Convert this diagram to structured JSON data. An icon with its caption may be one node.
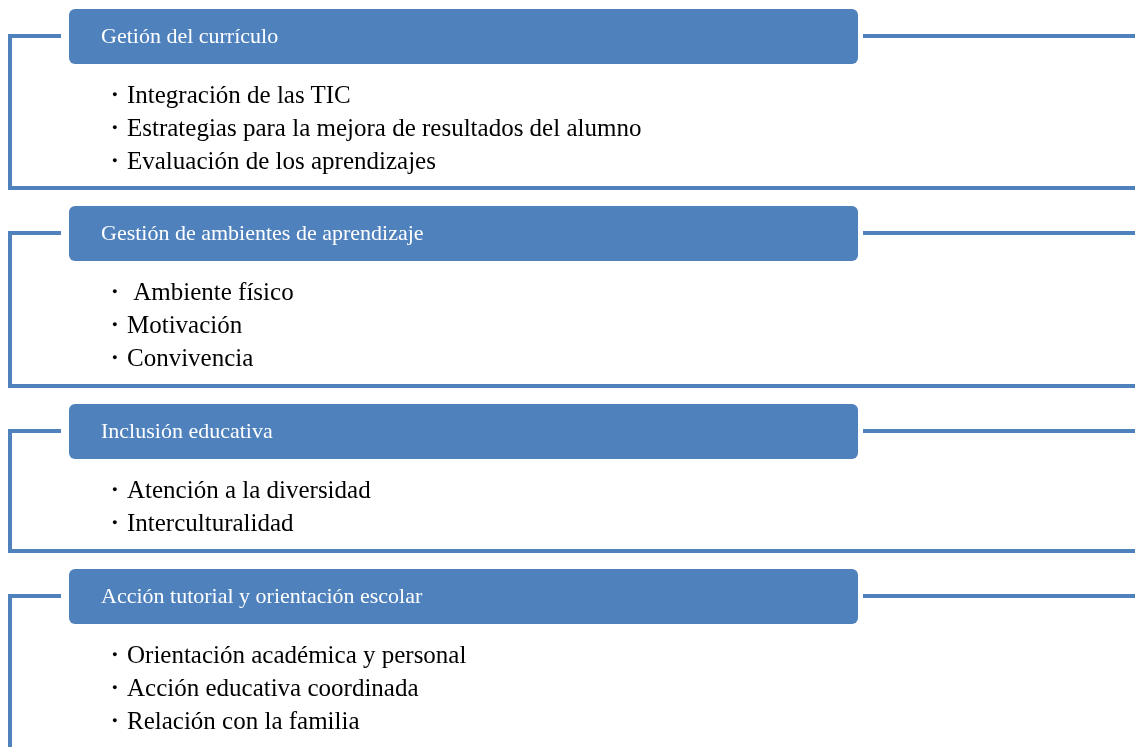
{
  "diagram": {
    "nodes": [
      {
        "text": [
          "・Integración de las TIC",
          "・Estrategias para la mejora de resultados del alumno",
          "・Evaluación de los aprendizajes"
        ]
      },
      {
        "text": [
          "Getión del currículo"
        ],
        "in": 0
      },
      {
        "text": [
          "・ Ambiente físico",
          "・Motivación",
          "・Convivencia"
        ]
      },
      {
        "text": [
          "Gestión de ambientes de aprendizaje"
        ],
        "in": 2
      },
      {
        "text": [
          "・Atención a la diversidad",
          "・Interculturalidad"
        ]
      },
      {
        "text": [
          "Inclusión educativa"
        ],
        "in": 4
      },
      {
        "text": [
          "・Orientación académica y personal",
          "・Acción educativa coordinada",
          "・Relación con la familia"
        ]
      },
      {
        "text": [
          "Acción tutorial y orientación escolar"
        ],
        "in": 6
      }
    ]
  }
}
